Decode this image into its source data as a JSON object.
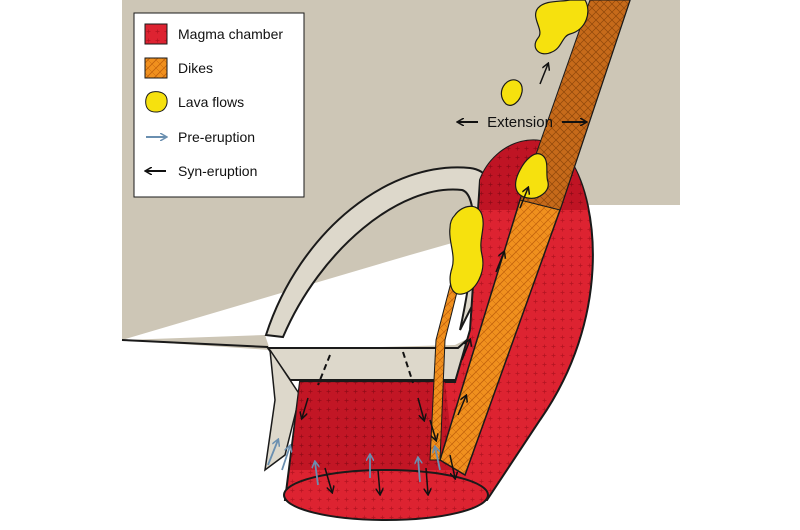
{
  "legend": {
    "items": [
      {
        "label": "Magma chamber",
        "swatch": "magma"
      },
      {
        "label": "Dikes",
        "swatch": "dike"
      },
      {
        "label": "Lava flows",
        "swatch": "lava"
      },
      {
        "label": "Pre-eruption",
        "swatch": "pre-arrow"
      },
      {
        "label": "Syn-eruption",
        "swatch": "syn-arrow"
      }
    ]
  },
  "annotations": {
    "extension": "Extension"
  },
  "colors": {
    "ground": "#cdc6b6",
    "ground_light": "#ddd8cb",
    "magma": "#dd2331",
    "magma_dark": "#b8101f",
    "dike": "#f0901e",
    "dike_dark": "#c96a12",
    "lava": "#f6e10e",
    "pre_arrow": "#6a8fb0",
    "syn_arrow": "#111111",
    "outline": "#1a1a1a"
  }
}
